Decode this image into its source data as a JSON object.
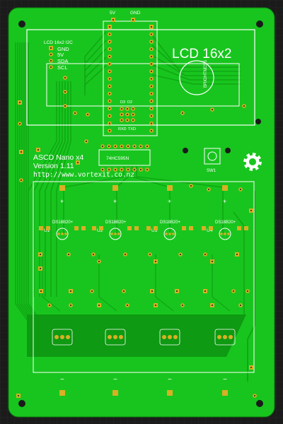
{
  "board": {
    "title_lines": [
      "ASCD Nano x4",
      "Version 1.11",
      "http://www.vortexit.co.nz"
    ],
    "chip_label": "74HC595N",
    "switch_label": "SW1",
    "colors": {
      "background": "#1b1b1b",
      "grid": "#2c2c2c",
      "copper": "#18c51e",
      "trace": "#10a814",
      "silk": "#ffffff",
      "pad": "#d8b024",
      "drill": "#1a1a1a"
    }
  },
  "lcd": {
    "label": "LCD 16x2",
    "i2c_title": "LCD 16x2 I2C",
    "pins": [
      "GND",
      "5V",
      "SDA",
      "SCL"
    ],
    "pot_label": "BRIGHTNESS"
  },
  "header": {
    "power_labels": [
      "5V",
      "GND"
    ],
    "serial_labels": [
      "D3",
      "D2",
      "RXD",
      "TXD"
    ]
  },
  "channels": {
    "sensor_labels": [
      "DS18B20+",
      "DS18B20+",
      "DS18B20+",
      "DS18B20+"
    ],
    "ic_labels": [
      "U1",
      "U2",
      "U3",
      "U4"
    ],
    "plus_sign": "+",
    "minus_sign": "−"
  }
}
